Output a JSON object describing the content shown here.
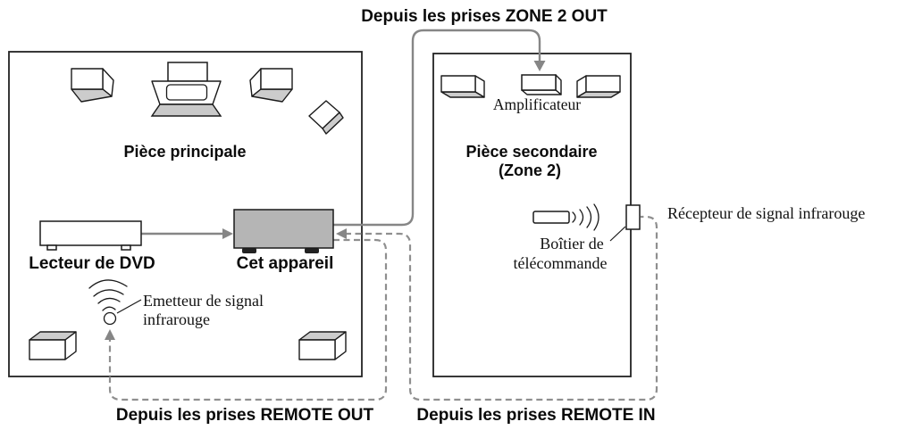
{
  "diagram": {
    "title_context": "Zone 2 connection diagram",
    "top_label": "Depuis les prises ZONE 2 OUT",
    "bottom_left_label": "Depuis les prises REMOTE OUT",
    "bottom_right_label": "Depuis les prises REMOTE IN",
    "main_room": {
      "title": "Pièce principale",
      "dvd_label": "Lecteur de DVD",
      "unit_label": "Cet appareil",
      "ir_emitter_label_line1": "Emetteur de signal",
      "ir_emitter_label_line2": "infrarouge"
    },
    "second_room": {
      "title_line1": "Pièce secondaire",
      "title_line2": "(Zone 2)",
      "amplifier_label": "Amplificateur",
      "remote_label_line1": "Boîtier de",
      "remote_label_line2": "télécommande",
      "ir_receiver_label": "Récepteur de signal infrarouge"
    },
    "icons": {
      "speaker_icon": "3d-box speaker",
      "tv_icon": "tv with screen and base",
      "dvd_player_icon": "slim white deck with feet",
      "this_unit_icon": "gray receiver box with feet",
      "amplifier_icon": "small 3d amplifier box",
      "remote_control_icon": "handheld remote with ir waves",
      "ir_emitter_icon": "circle with radiating arcs",
      "ir_receiver_icon": "small wall-mounted box",
      "arrow_icon": "gray arrowhead"
    },
    "colors": {
      "connector_gray": "#868686",
      "dashed_gray": "#8f8f8f",
      "unit_fill": "#b5b5b5",
      "speaker_face_gray": "#cccccc",
      "tv_base_gray": "#c9c9c9",
      "outline": "#1a1a1a"
    }
  }
}
